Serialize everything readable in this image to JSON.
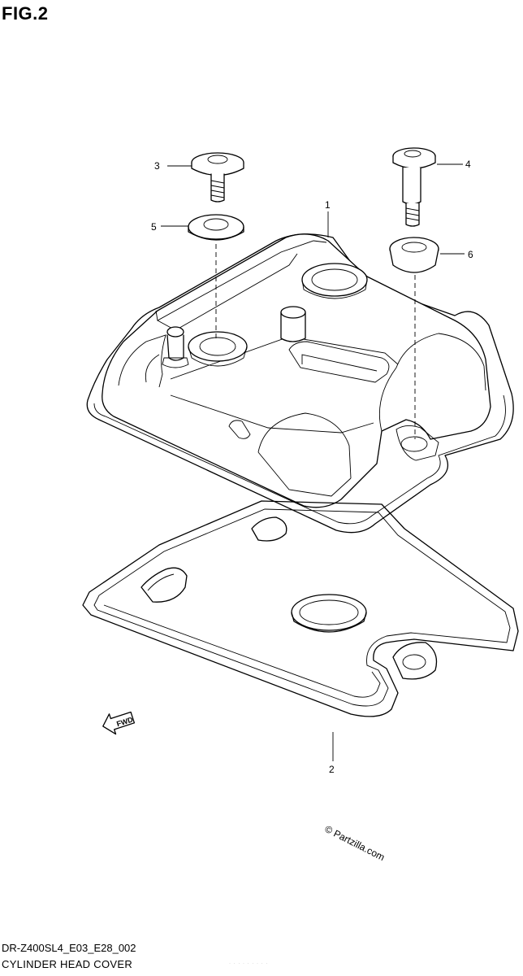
{
  "figure": {
    "title": "FIG.2"
  },
  "callouts": [
    "1",
    "2",
    "3",
    "4",
    "5",
    "6"
  ],
  "fwd_label": "FWD",
  "copyright": "© Partzilla.com",
  "footer": {
    "code": "DR-Z400SL4_E03_E28_002",
    "name": "CYLINDER HEAD COVER",
    "faint_text": "· · · ·  · · ·  · ·"
  }
}
